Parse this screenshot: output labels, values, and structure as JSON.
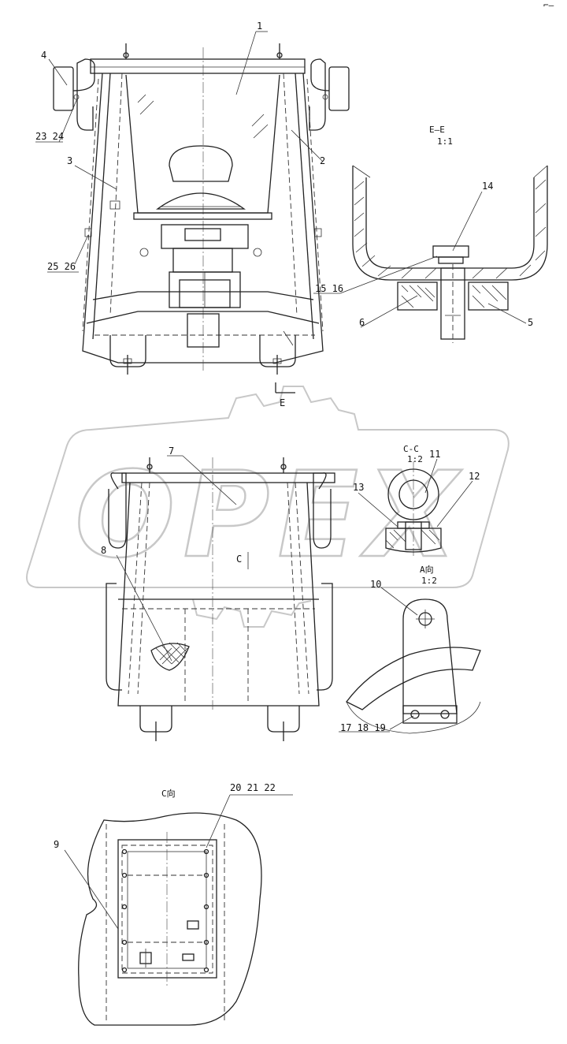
{
  "drawing": {
    "part_numbers": {
      "p1": "1",
      "p2": "2",
      "p3": "3",
      "p4": "4",
      "p5": "5",
      "p6": "6",
      "p7": "7",
      "p8": "8",
      "p9": "9",
      "p10": "10",
      "p11": "11",
      "p12": "12",
      "p13": "13",
      "p14": "14",
      "p15_16": "15 16",
      "p17_19": "17 18 19",
      "p20_22": "20 21 22",
      "p23_24": "23 24",
      "p25_26": "25 26"
    },
    "views": {
      "ee_title": "E—E",
      "ee_scale": "1:1",
      "cc_title": "C-C",
      "cc_scale": "1:2",
      "a_title": "A向",
      "a_scale": "1:2",
      "c_view_title": "C向",
      "e_marker": "E",
      "c_marker": "C"
    },
    "watermark": "OPEX",
    "corner_mark": "⌐—"
  }
}
